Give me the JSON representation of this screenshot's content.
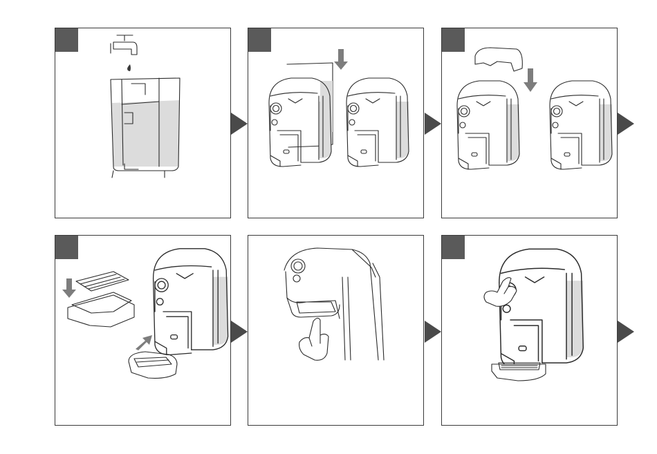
{
  "colors": {
    "step_tag": "#5a5a5a",
    "arrow": "#4a4a4a",
    "hint_arrow": "#7d7d7d",
    "water": "#dcdcdc",
    "line": "#2a2a2a"
  },
  "steps": [
    {
      "icon": "tap-fill-tank-illustration"
    },
    {
      "icon": "insert-tank-illustration"
    },
    {
      "icon": "attach-lid-illustration"
    },
    {
      "icon": "attach-drip-tray-illustration"
    },
    {
      "icon": "press-dispense-button-illustration"
    },
    {
      "icon": "press-power-button-illustration"
    }
  ],
  "arrows": [
    {
      "icon": "next-step-arrow-icon"
    },
    {
      "icon": "next-step-arrow-icon"
    },
    {
      "icon": "next-step-arrow-icon"
    },
    {
      "icon": "next-step-arrow-icon"
    },
    {
      "icon": "next-step-arrow-icon"
    },
    {
      "icon": "next-step-arrow-icon"
    }
  ]
}
